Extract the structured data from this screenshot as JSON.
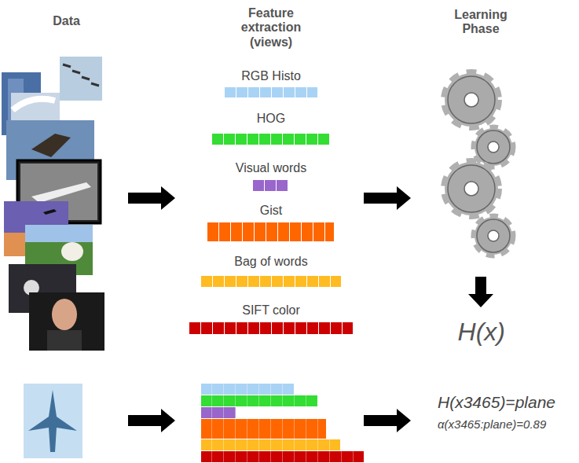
{
  "diagram": {
    "nodes": [
      {
        "text": [
          "RGB Histo"
        ]
      },
      {
        "text": [
          "HOG"
        ]
      },
      {
        "text": [
          "Visual words"
        ]
      },
      {
        "text": [
          "Gist"
        ]
      },
      {
        "text": [
          "Bag of words"
        ]
      },
      {
        "text": [
          "SIFT color"
        ]
      }
    ],
    "labels": [
      "Data",
      "Feature extraction (views)",
      "Learning Phase",
      "H(x)",
      "H(x3465)=plane",
      "α(x3465:plane)=0.89"
    ]
  }
}
